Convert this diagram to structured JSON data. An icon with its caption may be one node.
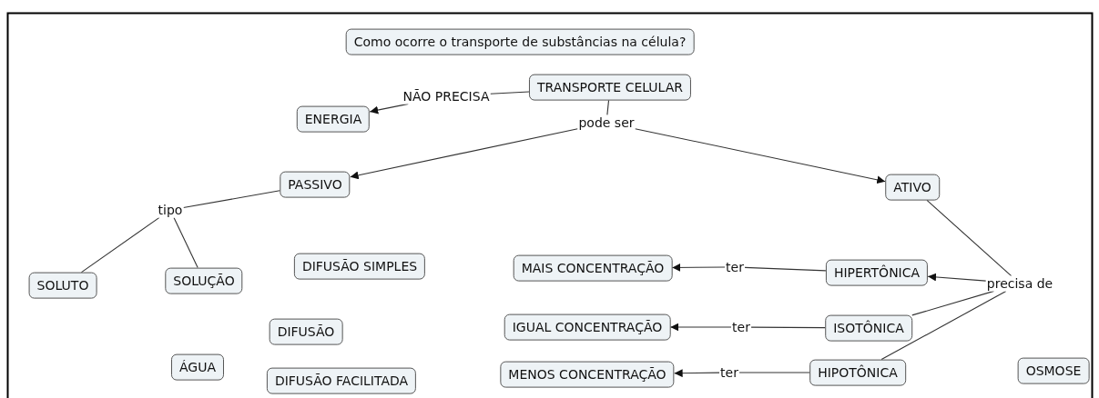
{
  "diagram": {
    "nodes": [
      {
        "text": [
          "Como ocorre o transporte de substâncias na célula?"
        ]
      },
      {
        "text": [
          "TRANSPORTE CELULAR"
        ]
      },
      {
        "text": [
          "NÃO PRECISA"
        ]
      },
      {
        "text": [
          "ENERGIA"
        ]
      },
      {
        "text": [
          "pode ser"
        ]
      },
      {
        "text": [
          "PASSIVO"
        ]
      },
      {
        "text": [
          "ATIVO"
        ]
      },
      {
        "text": [
          "tipo"
        ]
      },
      {
        "text": [
          "SOLUTO"
        ]
      },
      {
        "text": [
          "SOLUÇÃO"
        ]
      },
      {
        "text": [
          "DIFUSÃO SIMPLES"
        ]
      },
      {
        "text": [
          "MAIS CONCENTRAÇÃO"
        ]
      },
      {
        "text": [
          "ter"
        ]
      },
      {
        "text": [
          "HIPERTÔNICA"
        ]
      },
      {
        "text": [
          "precisa de"
        ]
      },
      {
        "text": [
          "DIFUSÃO"
        ]
      },
      {
        "text": [
          "IGUAL CONCENTRAÇÃO"
        ]
      },
      {
        "text": [
          "ter"
        ]
      },
      {
        "text": [
          "ISOTÔNICA"
        ]
      },
      {
        "text": [
          "ÁGUA"
        ]
      },
      {
        "text": [
          "DIFUSÃO FACILITADA"
        ]
      },
      {
        "text": [
          "MENOS CONCENTRAÇÃO"
        ]
      },
      {
        "text": [
          "ter"
        ]
      },
      {
        "text": [
          "HIPOTÔNICA"
        ]
      },
      {
        "text": [
          "OSMOSE"
        ]
      }
    ],
    "edges": [
      {
        "from": 1,
        "to": 2,
        "arrow": "none"
      },
      {
        "from": 2,
        "to": 3,
        "arrow": "to"
      },
      {
        "from": 1,
        "to": 4,
        "arrow": "none"
      },
      {
        "from": 4,
        "to": 5,
        "arrow": "to"
      },
      {
        "from": 4,
        "to": 6,
        "arrow": "to"
      },
      {
        "from": 5,
        "to": 7,
        "arrow": "none"
      },
      {
        "from": 7,
        "to": 8,
        "arrow": "none"
      },
      {
        "from": 7,
        "to": 9,
        "arrow": "none"
      },
      {
        "from": 6,
        "to": 14,
        "arrow": "none"
      },
      {
        "from": 14,
        "to": 13,
        "arrow": "to"
      },
      {
        "from": 14,
        "to": 18,
        "arrow": "none"
      },
      {
        "from": 14,
        "to": 23,
        "arrow": "none"
      },
      {
        "from": 13,
        "to": 12,
        "arrow": "none"
      },
      {
        "from": 12,
        "to": 11,
        "arrow": "to"
      },
      {
        "from": 18,
        "to": 17,
        "arrow": "none"
      },
      {
        "from": 17,
        "to": 16,
        "arrow": "to"
      },
      {
        "from": 23,
        "to": 22,
        "arrow": "none"
      },
      {
        "from": 22,
        "to": 21,
        "arrow": "to"
      }
    ]
  }
}
